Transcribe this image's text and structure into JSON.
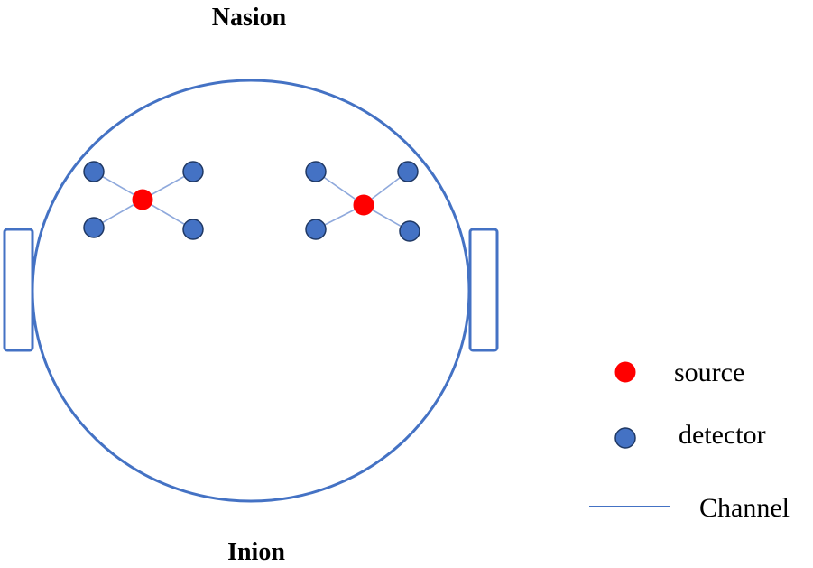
{
  "labels": {
    "top": "Nasion",
    "bottom": "Inion"
  },
  "legend": {
    "source": "source",
    "detector": "detector",
    "channel": "Channel"
  },
  "colors": {
    "head_outline": "#4472c4",
    "source": "#ff0000",
    "detector": "#4472c4",
    "channel": "#8fa9dc"
  },
  "probe_groups": [
    {
      "side": "left",
      "sources": 1,
      "detectors": 4,
      "channels": 4
    },
    {
      "side": "right",
      "sources": 1,
      "detectors": 4,
      "channels": 4
    }
  ]
}
